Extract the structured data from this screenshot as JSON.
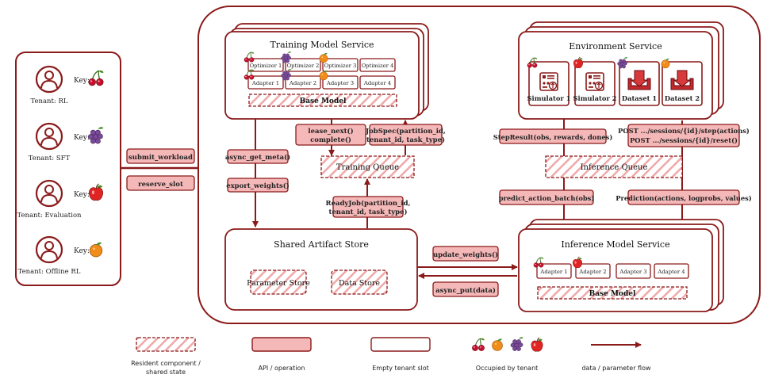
{
  "colors": {
    "dark_red": "#8b1a1a",
    "api_fill": "#f5b8b8",
    "hatch": "#f0a8a8",
    "fruit_cherry": "#c8102e",
    "fruit_grape": "#7b4a9c",
    "fruit_apple": "#e02424",
    "fruit_orange": "#f08c1a"
  },
  "tenants": [
    {
      "label": "Tenant: RL",
      "key_label": "Key:",
      "fruit": "cherry-icon"
    },
    {
      "label": "Tenant: SFT",
      "key_label": "Key:",
      "fruit": "grape-icon"
    },
    {
      "label": "Tenant: Evaluation",
      "key_label": "Key:",
      "fruit": "apple-icon"
    },
    {
      "label": "Tenant: Offline RL",
      "key_label": "Key:",
      "fruit": "orange-icon"
    }
  ],
  "tenant_apis": [
    "submit_workload",
    "reserve_slot"
  ],
  "training": {
    "title": "Training Model Service",
    "optimizers": [
      "Optimizer 1",
      "Optimizer 2",
      "Optimizer 3",
      "Optimizer 4"
    ],
    "adapters": [
      "Adapter 1",
      "Adapter 2",
      "Adapter 3",
      "Adapter 4"
    ],
    "base_model": "Base Model",
    "apis_left": [
      "async_get_meta()",
      "export_weights()"
    ],
    "api_lease": [
      "lease_next()",
      "complete()"
    ],
    "api_jobspec": [
      "JobSpec(partition_id,",
      "tenant_id, task_type)"
    ],
    "queue": "Training Queue",
    "api_readyjob": [
      "ReadyJob(partition_id,",
      "tenant_id, task_type)"
    ]
  },
  "environment": {
    "title": "Environment Service",
    "items": [
      "Simulator 1",
      "Simulator 2",
      "Dataset 1",
      "Dataset 2"
    ],
    "api_step": "StepResult(obs, rewards, dones)",
    "api_post": [
      "POST .../sessions/{id}/step(actions)",
      "POST .../sessions/{id}/reset()"
    ],
    "queue": "Inference Queue",
    "api_predict": "predict_action_batch(obs)",
    "api_prediction": "Prediction(actions, logprobs, values)"
  },
  "store": {
    "title": "Shared Artifact Store",
    "parameter": "Parameter Store",
    "data": "Data Store"
  },
  "store_apis": [
    "update_weights()",
    "async_put(data)"
  ],
  "inference": {
    "title": "Inference Model Service",
    "adapters": [
      "Adapter 1",
      "Adapter 2",
      "Adapter 3",
      "Adapter 4"
    ],
    "base_model": "Base Model"
  },
  "legend": {
    "resident": [
      "Resident component /",
      "shared state"
    ],
    "api": "API / operation",
    "empty": "Empty tenant slot",
    "occupied": "Occupied by tenant",
    "flow": "data / parameter flow"
  }
}
